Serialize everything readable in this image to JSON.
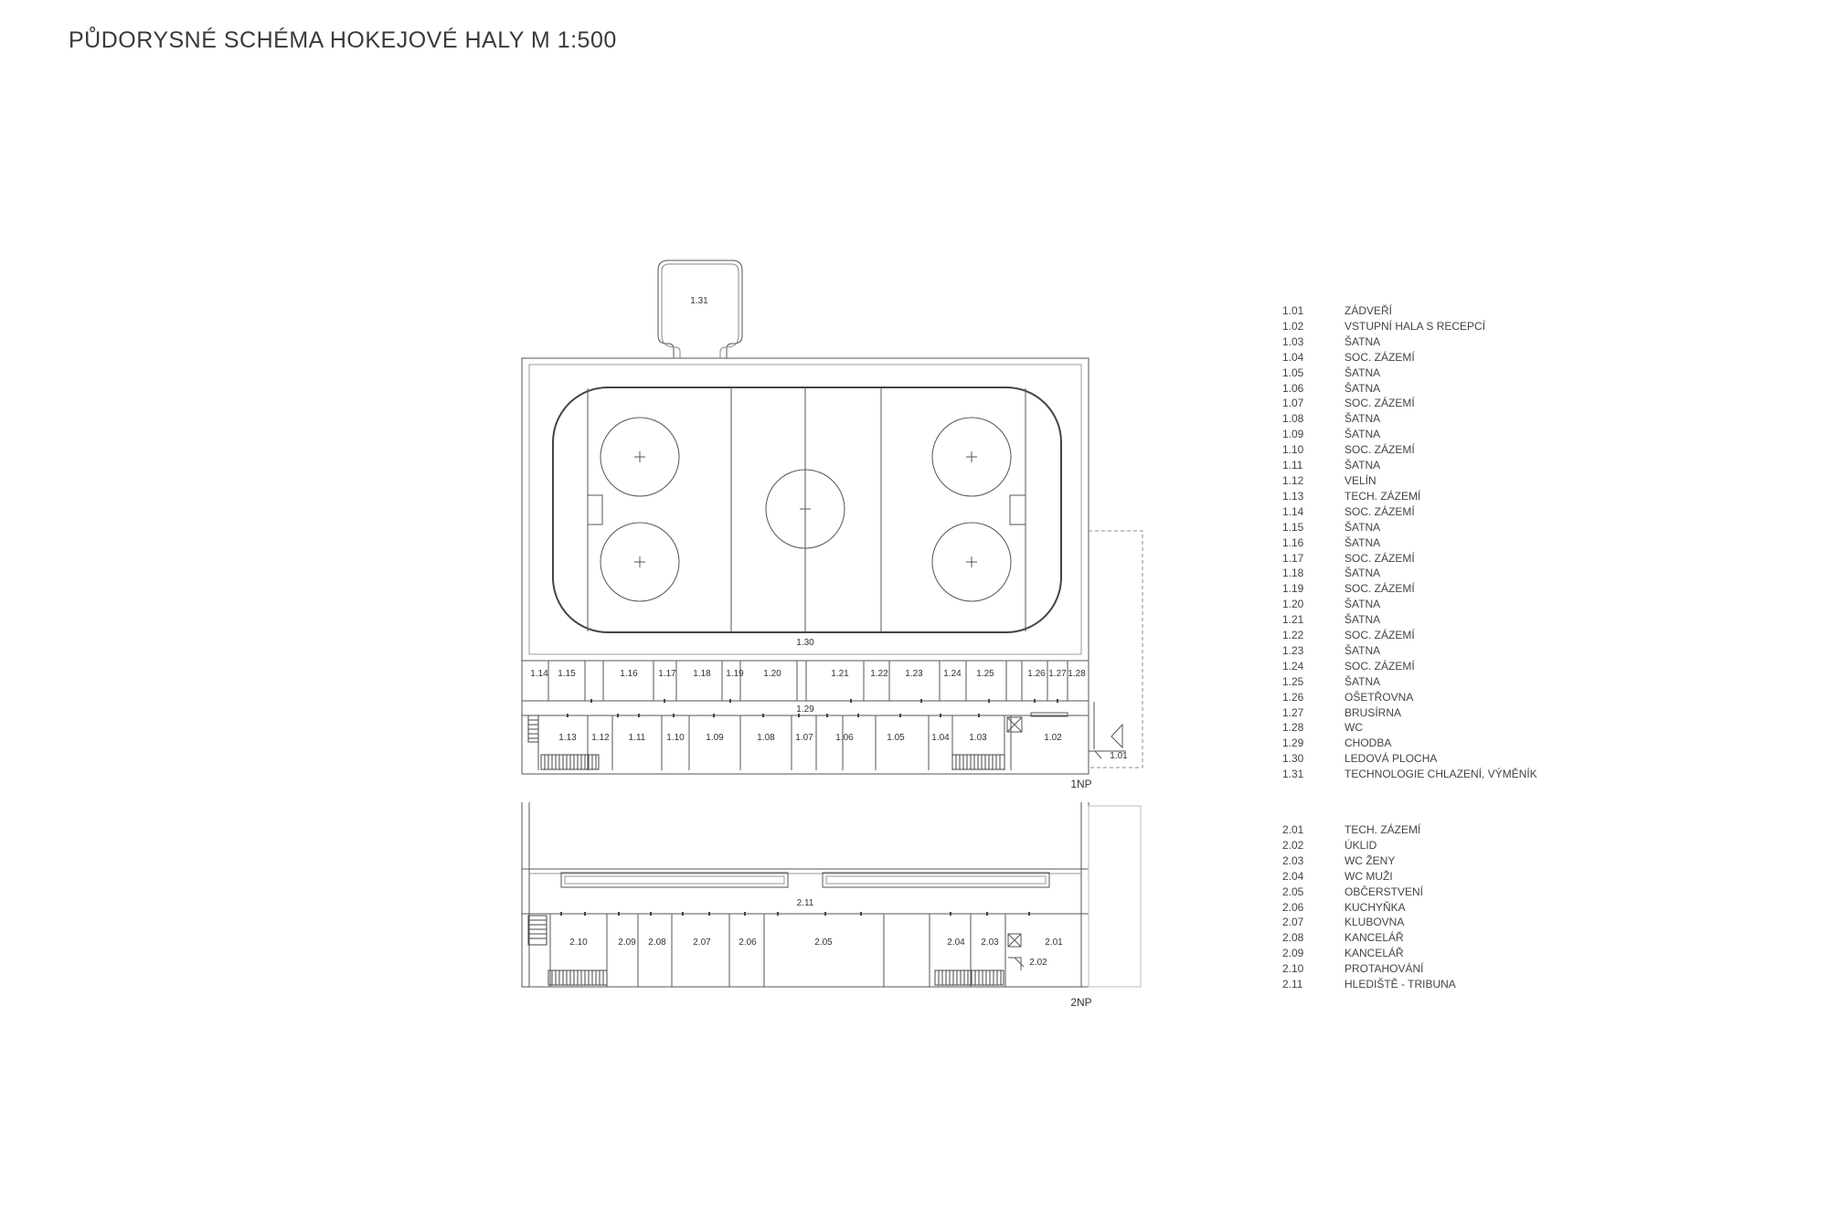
{
  "title": "PŮDORYSNÉ SCHÉMA HOKEJOVÉ HALY M 1:500",
  "floor_labels": {
    "np1": "1NP",
    "np2": "2NP"
  },
  "plan_labels_1np": [
    "1.31",
    "1.30",
    "1.14",
    "1.15",
    "1.16",
    "1.17",
    "1.18",
    "1.19",
    "1.20",
    "1.21",
    "1.22",
    "1.23",
    "1.24",
    "1.25",
    "1.26",
    "1.27",
    "1.28",
    "1.29",
    "1.13",
    "1.12",
    "1.11",
    "1.10",
    "1.09",
    "1.08",
    "1.07",
    "1.06",
    "1.05",
    "1.04",
    "1.03",
    "1.02",
    "1.01"
  ],
  "plan_labels_2np": [
    "2.11",
    "2.10",
    "2.09",
    "2.08",
    "2.07",
    "2.06",
    "2.05",
    "2.04",
    "2.03",
    "2.01",
    "2.02"
  ],
  "legend_1np": [
    {
      "code": "1.01",
      "name": "ZÁDVEŘÍ"
    },
    {
      "code": "1.02",
      "name": "VSTUPNÍ HALA S RECEPCÍ"
    },
    {
      "code": "1.03",
      "name": "ŠATNA"
    },
    {
      "code": "1.04",
      "name": "SOC. ZÁZEMÍ"
    },
    {
      "code": "1.05",
      "name": "ŠATNA"
    },
    {
      "code": "1.06",
      "name": "ŠATNA"
    },
    {
      "code": "1.07",
      "name": "SOC. ZÁZEMÍ"
    },
    {
      "code": "1.08",
      "name": "ŠATNA"
    },
    {
      "code": "1.09",
      "name": "ŠATNA"
    },
    {
      "code": "1.10",
      "name": "SOC. ZÁZEMÍ"
    },
    {
      "code": "1.11",
      "name": "ŠATNA"
    },
    {
      "code": "1.12",
      "name": "VELÍN"
    },
    {
      "code": "1.13",
      "name": "TECH. ZÁZEMÍ"
    },
    {
      "code": "1.14",
      "name": "SOC. ZÁZEMÍ"
    },
    {
      "code": "1.15",
      "name": "ŠATNA"
    },
    {
      "code": "1.16",
      "name": "ŠATNA"
    },
    {
      "code": "1.17",
      "name": "SOC. ZÁZEMÍ"
    },
    {
      "code": "1.18",
      "name": "ŠATNA"
    },
    {
      "code": "1.19",
      "name": "SOC. ZÁZEMÍ"
    },
    {
      "code": "1.20",
      "name": "ŠATNA"
    },
    {
      "code": "1.21",
      "name": "ŠATNA"
    },
    {
      "code": "1.22",
      "name": "SOC. ZÁZEMÍ"
    },
    {
      "code": "1.23",
      "name": "ŠATNA"
    },
    {
      "code": "1.24",
      "name": "SOC. ZÁZEMÍ"
    },
    {
      "code": "1.25",
      "name": "ŠATNA"
    },
    {
      "code": "1.26",
      "name": "OŠETŘOVNA"
    },
    {
      "code": "1.27",
      "name": "BRUSÍRNA"
    },
    {
      "code": "1.28",
      "name": "WC"
    },
    {
      "code": "1.29",
      "name": "CHODBA"
    },
    {
      "code": "1.30",
      "name": "LEDOVÁ PLOCHA"
    },
    {
      "code": "1.31",
      "name": "TECHNOLOGIE CHLAZENÍ, VÝMĚNÍK"
    }
  ],
  "legend_2np": [
    {
      "code": "2.01",
      "name": "TECH. ZÁZEMÍ"
    },
    {
      "code": "2.02",
      "name": "ÚKLID"
    },
    {
      "code": "2.03",
      "name": "WC ŽENY"
    },
    {
      "code": "2.04",
      "name": "WC MUŽI"
    },
    {
      "code": "2.05",
      "name": "OBČERSTVENÍ"
    },
    {
      "code": "2.06",
      "name": "KUCHYŇKA"
    },
    {
      "code": "2.07",
      "name": "KLUBOVNA"
    },
    {
      "code": "2.08",
      "name": "KANCELÁŘ"
    },
    {
      "code": "2.09",
      "name": "KANCELÁŘ"
    },
    {
      "code": "2.10",
      "name": "PROTAHOVÁNÍ"
    },
    {
      "code": "2.11",
      "name": "HLEDIŠTĚ - TRIBUNA"
    }
  ]
}
